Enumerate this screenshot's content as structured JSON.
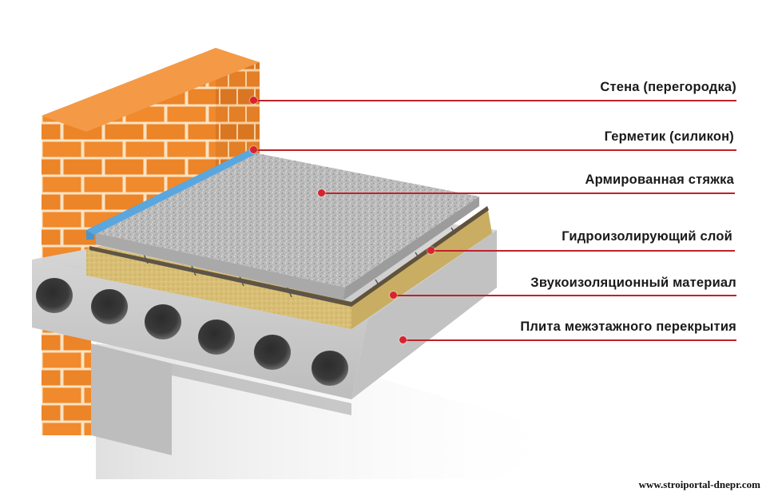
{
  "labels": {
    "wall": "Стена (перегородка)",
    "sealant": "Герметик (силикон)",
    "screed": "Армированная стяжка",
    "waterproof": "Гидроизолирующий слой",
    "soundproof": "Звукоизоляционный  материал",
    "slab": "Плита межэтажного перекрытия"
  },
  "watermark": "www.stroiportal-dnepr.com",
  "colors": {
    "leader": "#c0212b",
    "brick": "#f08a2c",
    "mortar": "#fbe3c3",
    "sealant": "#5aa6df",
    "screed": "#bdbdbd",
    "insulation": "#d9bf72",
    "slab": "#d2d2d2"
  }
}
